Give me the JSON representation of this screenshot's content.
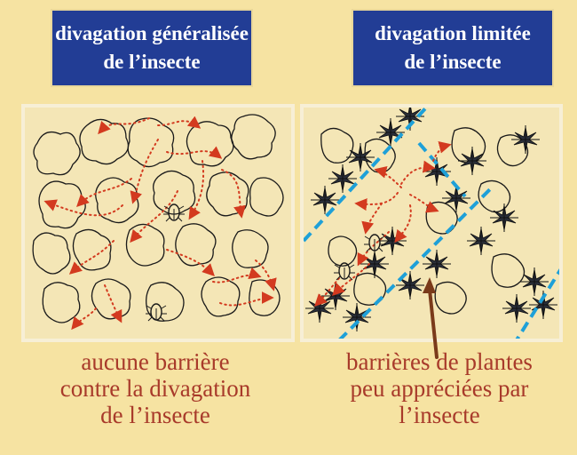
{
  "header": {
    "left_title": [
      "divagation généralisée",
      "de l’insecte"
    ],
    "right_title": [
      "divagation limitée",
      "de l’insecte"
    ]
  },
  "captions": {
    "left": [
      "aucune barrière",
      "contre la divagation",
      "de l’insecte"
    ],
    "right": [
      "barrières de plantes",
      "peu appréciées par",
      "l’insecte"
    ]
  },
  "colors": {
    "background": "#f6e3a2",
    "title_box": "#223d95",
    "title_text": "#ffffff",
    "caption_text": "#a83a2a",
    "arrow_red": "#d33a1f",
    "barrier_dash": "#1ea0d8",
    "plant_outline": "#1a1a1a",
    "pointer_brown": "#7a3a1a"
  },
  "icons": {
    "insect": "beetle-icon",
    "repellent_plant": "star-plant-icon",
    "barrier": "dashed-line",
    "movement": "dotted-arrow"
  }
}
